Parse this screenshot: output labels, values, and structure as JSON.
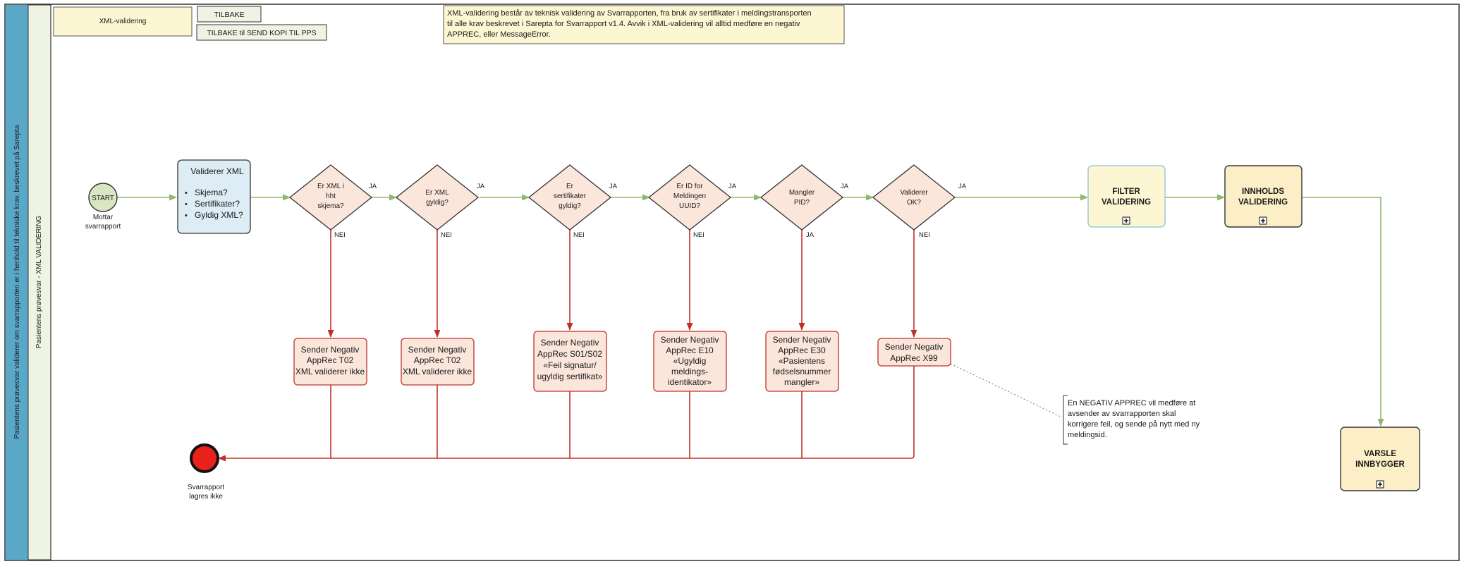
{
  "header": {
    "section_label": "XML-validering",
    "back_button": "TILBAKE",
    "back_send_copy_button": "TILBAKE til SEND KOPI TIL PPS",
    "note_lines": [
      "XML-validering består av teknisk validering av Svarrapporten, fra bruk av sertifikater i meldingstransporten",
      "til alle krav beskrevet i Sarepta for Svarrapport v1.4. Avvik i XML-validering vil alltid medføre en negativ",
      "APPREC, eller MessageError."
    ]
  },
  "pool": {
    "label": "Pasientens prøvesvar validerer om svarrapporten er i henhold til tekniske krav, beskrevet på Sarepta",
    "lane_label": "Pasientens prøvesvar - XML VALIDERING"
  },
  "start": {
    "label": "START",
    "caption": [
      "Mottar",
      "svarrapport"
    ]
  },
  "end": {
    "caption": [
      "Svarrapport",
      "lagres ikke"
    ]
  },
  "validate_task": {
    "title": "Validerer XML",
    "bullets": [
      "Skjema?",
      "Sertifikater?",
      "Gyldig XML?"
    ]
  },
  "gateways": [
    {
      "lines": [
        "Er XML i",
        "hht",
        "skjema?"
      ],
      "yes": "JA",
      "down": "NEI"
    },
    {
      "lines": [
        "Er XML",
        "gyldig?"
      ],
      "yes": "JA",
      "down": "NEI"
    },
    {
      "lines": [
        "Er",
        "sertifikater",
        "gyldig?"
      ],
      "yes": "JA",
      "down": "NEI"
    },
    {
      "lines": [
        "Er ID for",
        "Meldingen",
        "UUID?"
      ],
      "yes": "JA",
      "down": "NEI"
    },
    {
      "lines": [
        "Mangler",
        "PID?"
      ],
      "yes": "JA",
      "down": "JA"
    },
    {
      "lines": [
        "Validerer",
        "OK?"
      ],
      "yes": "JA",
      "down": "NEI"
    }
  ],
  "error_tasks": [
    {
      "lines": [
        "Sender Negativ",
        "AppRec T02",
        "XML validerer ikke"
      ]
    },
    {
      "lines": [
        "Sender Negativ",
        "AppRec T02",
        "XML validerer ikke"
      ]
    },
    {
      "lines": [
        "Sender Negativ",
        "AppRec S01/S02",
        "«Feil signatur/",
        "ugyldig sertifikat»"
      ]
    },
    {
      "lines": [
        "Sender Negativ",
        "AppRec E10",
        "«Ugyldig",
        "meldings-",
        "identikator»"
      ]
    },
    {
      "lines": [
        "Sender Negativ",
        "AppRec E30",
        "«Pasientens",
        "fødselsnummer",
        "mangler»"
      ]
    },
    {
      "lines": [
        "Sender Negativ",
        "AppRec X99"
      ]
    }
  ],
  "subprocesses": [
    {
      "lines": [
        "FILTER",
        "VALIDERING"
      ]
    },
    {
      "lines": [
        "INNHOLDS",
        "VALIDERING"
      ]
    },
    {
      "lines": [
        "VARSLE",
        "INNBYGGER"
      ]
    }
  ],
  "annotation": {
    "lines": [
      "En NEGATIV APPREC vil medføre at",
      "avsender av svarrapporten skal",
      "korrigere feil, og sende på nytt med ny",
      "meldingsid."
    ]
  },
  "colors": {
    "pool_band": "#5aa8c8",
    "lane_band": "#eef3e4",
    "note_fill": "#fdf6d3",
    "gateway_fill": "#fbe6dc",
    "error_fill": "#fbe6dc",
    "error_stroke": "#c0302a",
    "task_fill": "#ddecf5",
    "sub_fill": "#fcefc7",
    "filter_fill": "#fdf6d3",
    "filter_stroke": "#9ccbd8",
    "flow_green": "#8fb86a",
    "flow_red": "#c0302a",
    "start_fill": "#d9e6c4",
    "end_fill": "#e8211a"
  }
}
